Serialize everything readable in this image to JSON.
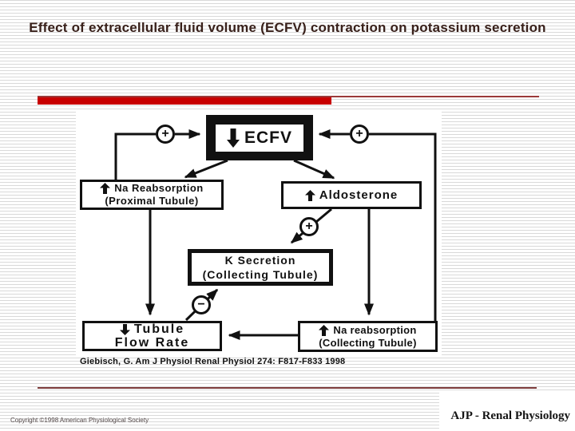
{
  "theme": {
    "background_line_color": "#d9d9d9",
    "accent_bar_color": "#c80000",
    "accent_thin_line_color": "#9b3a3a",
    "footer_line_color": "#7d3c3c",
    "title_color": "#38201a",
    "diagram_ink": "#111111",
    "copyright_color": "#524747"
  },
  "title": "Effect of extracellular fluid volume (ECFV) contraction on potassium secretion",
  "diagram": {
    "boxes": {
      "ecfv": {
        "arrow": "down",
        "label": "ECFV"
      },
      "na_reabsorption_proximal": {
        "arrow": "up",
        "line1": "Na Reabsorption",
        "line2": "(Proximal Tubule)"
      },
      "aldosterone": {
        "arrow": "up",
        "label": "Aldosterone"
      },
      "k_secretion": {
        "line1": "K Secretion",
        "line2": "(Collecting Tubule)"
      },
      "tubule_flow_rate": {
        "arrow": "down",
        "line1": "Tubule",
        "line2": "Flow Rate"
      },
      "na_reabsorption_collecting": {
        "arrow": "up",
        "line1": "Na reabsorption",
        "line2": "(Collecting Tubule)"
      }
    },
    "signs": {
      "plus_left": "+",
      "plus_right": "+",
      "plus_aldosterone": "+",
      "minus": "−"
    }
  },
  "citation": "Giebisch, G. Am J Physiol Renal Physiol 274: F817-F833 1998",
  "footer": {
    "copyright": "Copyright ©1998 American Physiological Society",
    "journal": "AJP - Renal Physiology"
  }
}
